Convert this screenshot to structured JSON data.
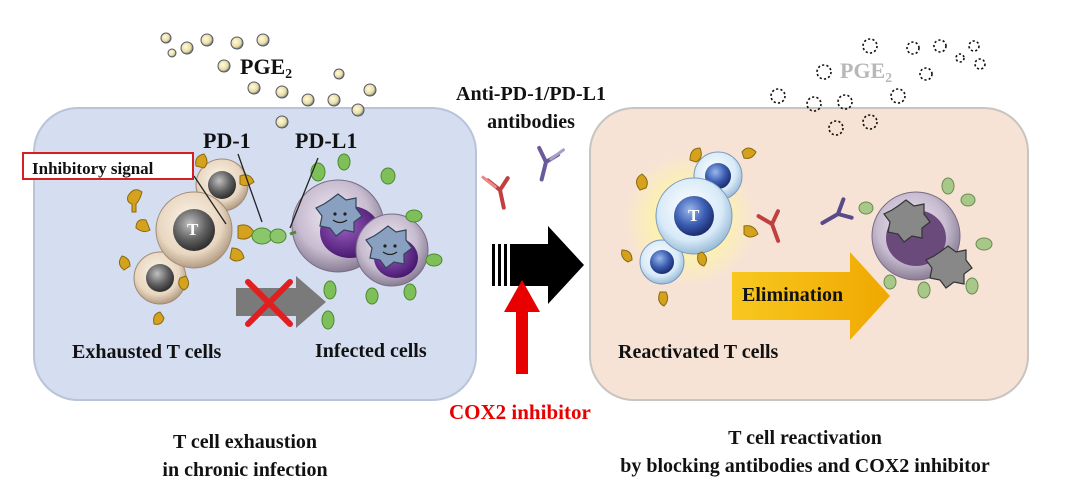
{
  "panels": {
    "left": {
      "pge2": "PGE",
      "pge2_sub": "2",
      "pd1": "PD-1",
      "pdl1": "PD-L1",
      "inhibitory_signal": "Inhibitory signal",
      "t_label": "T",
      "exhausted": "Exhausted T cells",
      "infected": "Infected cells",
      "caption_line1": "T cell exhaustion",
      "caption_line2": "in chronic infection"
    },
    "middle": {
      "antibodies_line1": "Anti-PD-1/PD-L1",
      "antibodies_line2": "antibodies",
      "cox2": "COX2 inhibitor"
    },
    "right": {
      "pge2": "PGE",
      "pge2_sub": "2",
      "t_label": "T",
      "elimination": "Elimination",
      "reactivated": "Reactivated T cells",
      "caption_line1": "T cell reactivation",
      "caption_line2": "by blocking antibodies and COX2 inhibitor"
    }
  },
  "colors": {
    "left_panel_fill": "#d5def0",
    "right_panel_fill": "#f7e3d6",
    "antibody_gold": "#d4a21c",
    "pdl1_green": "#7fbf5a",
    "red_cross": "#e02020",
    "cox2_red": "#e80000",
    "elimination_arrow": "#f5b800"
  },
  "icons": [
    "pge2-molecule-icon",
    "t-cell-icon",
    "infected-cell-icon",
    "virus-icon",
    "antibody-icon",
    "block-cross-icon",
    "arrow-icon"
  ]
}
